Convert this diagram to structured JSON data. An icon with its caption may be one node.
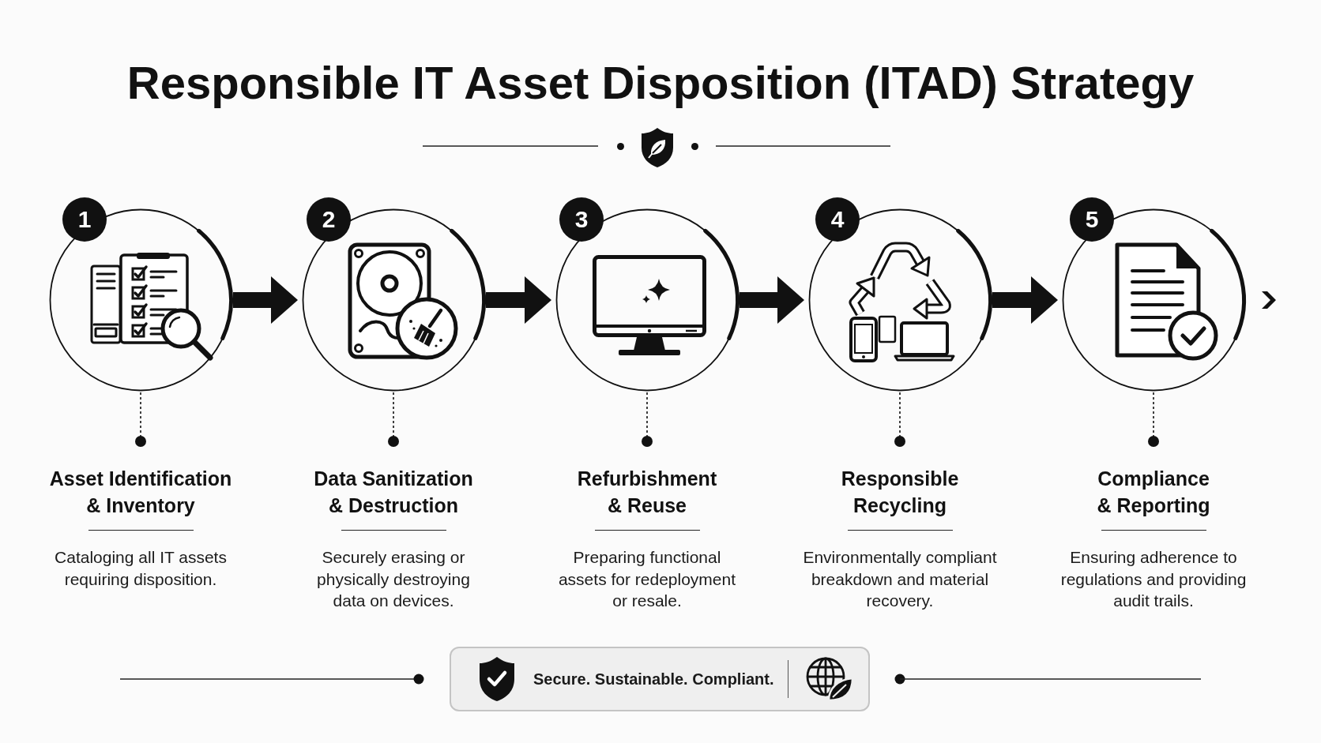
{
  "diagram": {
    "title": "Responsible IT Asset Disposition (ITAD) Strategy",
    "nodes": [
      {
        "text": [
          "1"
        ]
      },
      {
        "text": [],
        "shape": "circle"
      },
      {
        "text": [
          "Asset Identification & Inventory",
          "Cataloging all IT assets requiring disposition."
        ]
      },
      {
        "text": [
          "2"
        ]
      },
      {
        "text": [],
        "shape": "circle"
      },
      {
        "text": [
          "Data Sanitization & Destruction",
          "Securely erasing or physically destroying data on devices."
        ]
      },
      {
        "text": [
          "3"
        ]
      },
      {
        "text": [],
        "shape": "circle"
      },
      {
        "text": [
          "Refurbishment & Reuse",
          "Preparing functional assets for redeployment or resale."
        ]
      },
      {
        "text": [
          "4"
        ]
      },
      {
        "text": [],
        "shape": "circle"
      },
      {
        "text": [
          "Responsible Recycling",
          "Environmentally compliant breakdown and material recovery."
        ]
      },
      {
        "text": [
          "5"
        ]
      },
      {
        "text": [],
        "shape": "circle"
      },
      {
        "text": [
          "Compliance & Reporting",
          "Ensuring adherence to regulations and providing audit trails."
        ]
      },
      {
        "text": [
          "Secure. Sustainable. Compliant."
        ]
      }
    ],
    "edges": [
      {
        "from": 1,
        "to": 2,
        "arrow": "other",
        "style": "dashed"
      },
      {
        "from": 1,
        "to": 4,
        "arrow": "to",
        "style": "thick"
      },
      {
        "from": 4,
        "to": 5,
        "arrow": "other",
        "style": "dashed"
      },
      {
        "from": 4,
        "to": 7,
        "arrow": "to",
        "style": "thick"
      },
      {
        "from": 7,
        "to": 8,
        "arrow": "other",
        "style": "dashed"
      },
      {
        "from": 7,
        "to": 10,
        "arrow": "to",
        "style": "thick"
      },
      {
        "from": 10,
        "to": 11,
        "arrow": "other",
        "style": "dashed"
      },
      {
        "from": 10,
        "to": 13,
        "arrow": "to",
        "style": "thick"
      },
      {
        "from": 13,
        "to": 14,
        "arrow": "other",
        "style": "dashed"
      }
    ]
  }
}
